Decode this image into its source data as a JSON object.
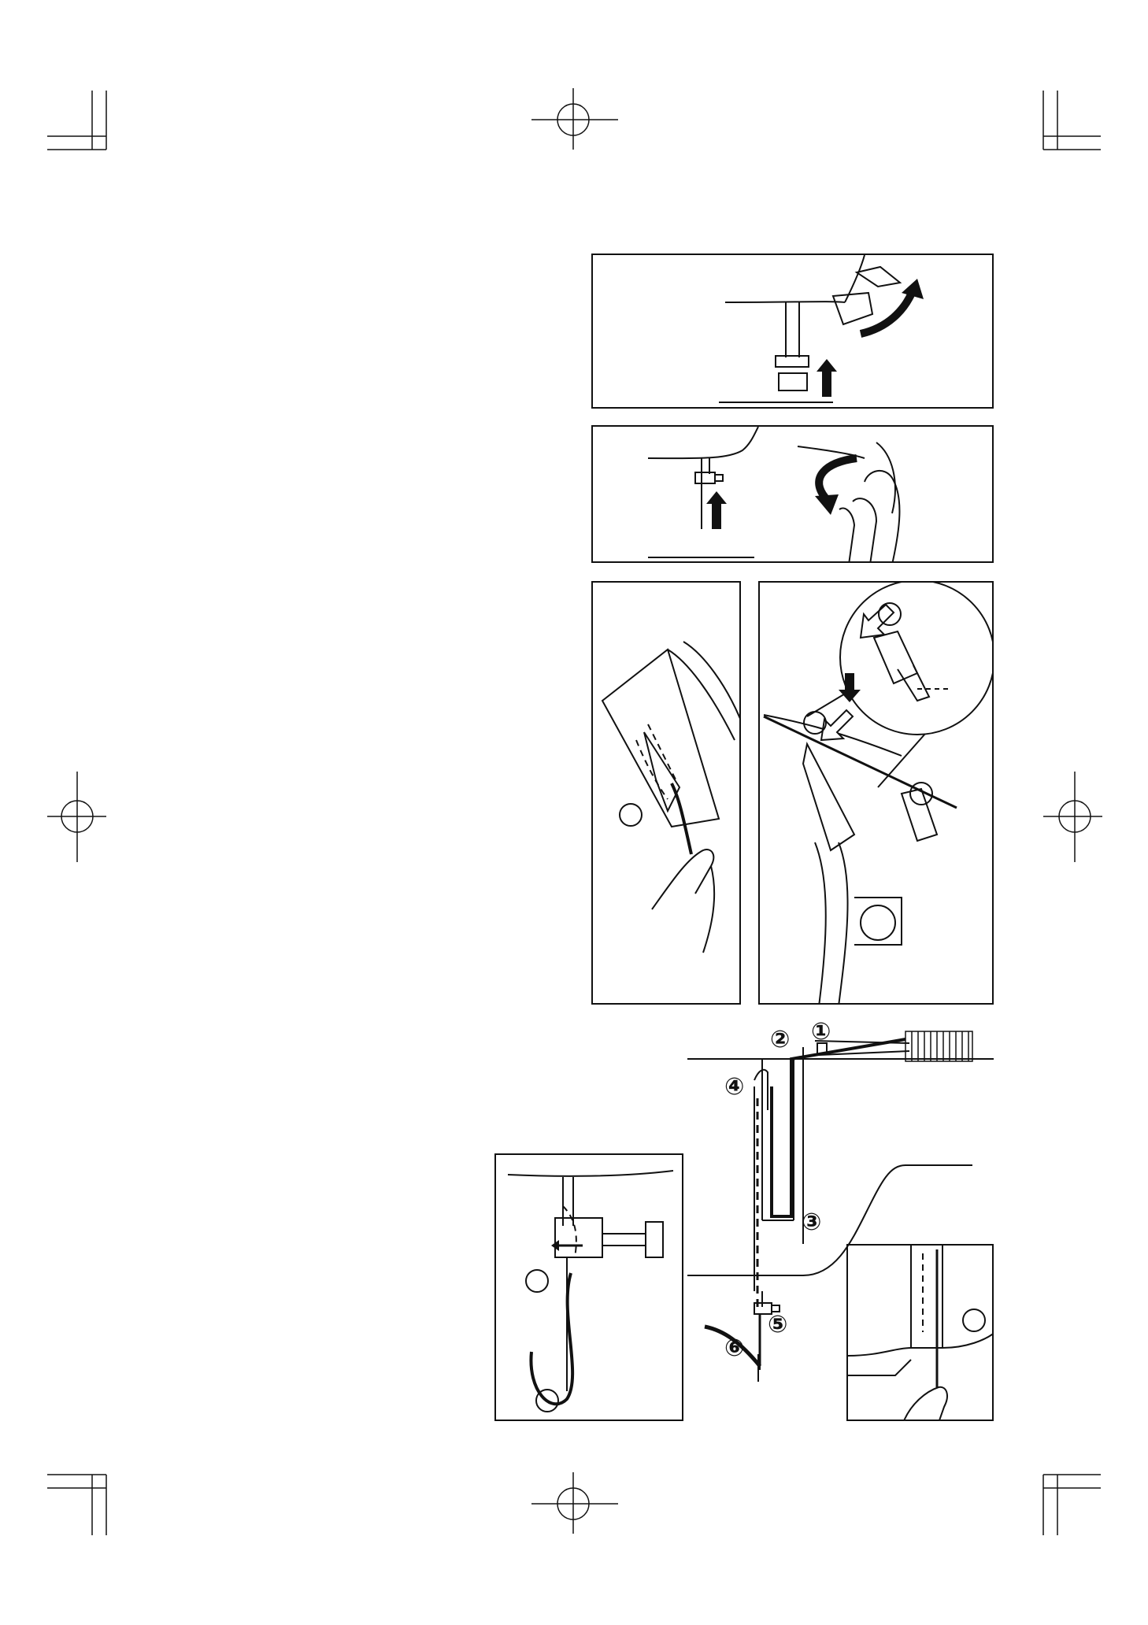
{
  "page": {
    "background": "#ffffff",
    "ink": "#111111"
  },
  "threading_steps": [
    {
      "label": "①"
    },
    {
      "label": "②"
    },
    {
      "label": "③"
    },
    {
      "label": "④"
    },
    {
      "label": "⑤"
    },
    {
      "label": "⑥"
    }
  ],
  "figures": [
    {
      "id": "raise-presser-foot",
      "icons": [
        "presser-foot-lever-icon",
        "up-arrow-icon"
      ]
    },
    {
      "id": "raise-needle",
      "icons": [
        "handwheel-icon",
        "up-arrow-icon",
        "curved-arrow-icon"
      ]
    },
    {
      "id": "take-up-lever-detail",
      "icons": [
        "hand-icon",
        "thread-path-icon"
      ]
    },
    {
      "id": "tension-guide-detail",
      "icons": [
        "magnifier-circle-icon",
        "down-arrow-icon"
      ]
    },
    {
      "id": "threading-path",
      "icons": [
        "spool-icon",
        "needle-icon"
      ]
    },
    {
      "id": "needle-bar-detail",
      "icons": [
        "needle-icon",
        "thread-path-icon"
      ]
    },
    {
      "id": "guide-detail",
      "icons": [
        "hand-icon"
      ]
    }
  ]
}
